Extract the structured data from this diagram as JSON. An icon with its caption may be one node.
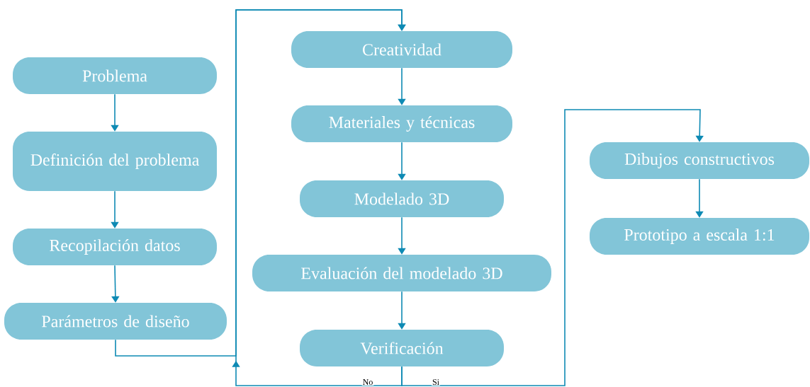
{
  "diagram": {
    "nodes": [
      {
        "text": [
          "Problema"
        ]
      },
      {
        "text": [
          "Definición del problema"
        ]
      },
      {
        "text": [
          "Recopilación datos"
        ]
      },
      {
        "text": [
          "Parámetros de diseño"
        ]
      },
      {
        "text": [
          "Creatividad"
        ]
      },
      {
        "text": [
          "Materiales y técnicas"
        ]
      },
      {
        "text": [
          "Modelado 3D"
        ]
      },
      {
        "text": [
          "Evaluación del modelado 3D"
        ]
      },
      {
        "text": [
          "Verificación"
        ]
      },
      {
        "text": [
          "Dibujos constructivos"
        ]
      },
      {
        "text": [
          "Prototipo a escala 1:1"
        ]
      }
    ],
    "edges": [
      {
        "from": 0,
        "to": 1,
        "arrow": "to"
      },
      {
        "from": 1,
        "to": 2,
        "arrow": "to"
      },
      {
        "from": 2,
        "to": 3,
        "arrow": "to"
      },
      {
        "from": 3,
        "to": 4,
        "arrow": "to"
      },
      {
        "from": 4,
        "to": 5,
        "arrow": "to"
      },
      {
        "from": 5,
        "to": 6,
        "arrow": "to"
      },
      {
        "from": 6,
        "to": 7,
        "arrow": "to"
      },
      {
        "from": 7,
        "to": 8,
        "arrow": "to"
      },
      {
        "from": 8,
        "to": 4,
        "arrow": "to",
        "label": "No"
      },
      {
        "from": 8,
        "to": 9,
        "arrow": "to",
        "label": "Si"
      },
      {
        "from": 9,
        "to": 10,
        "arrow": "to"
      }
    ]
  }
}
